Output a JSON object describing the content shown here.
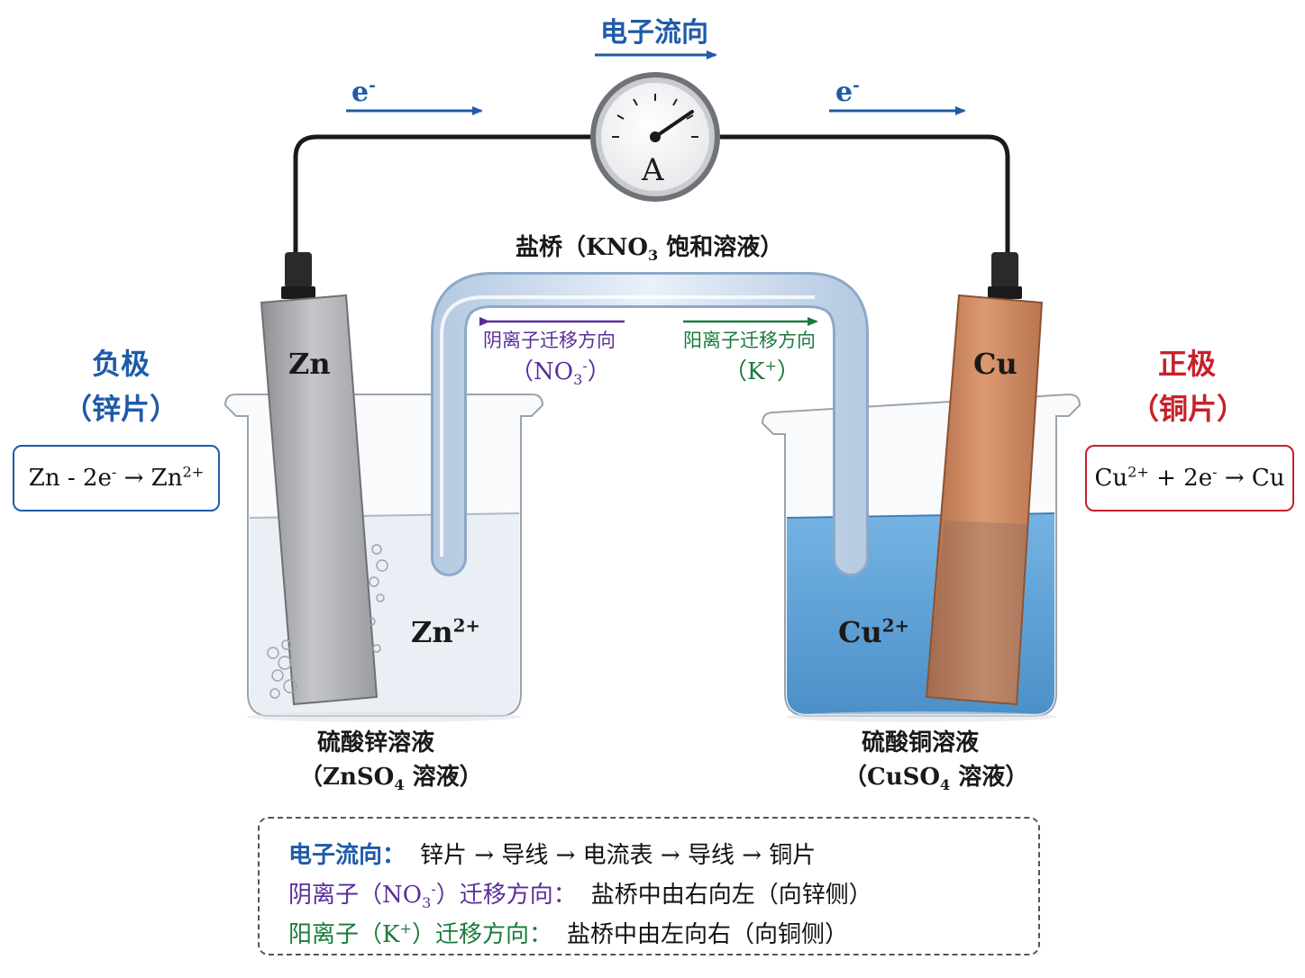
{
  "header": {
    "title": "电子流向"
  },
  "electron": {
    "symbol": "e",
    "charge": "-"
  },
  "meter": {
    "label": "A"
  },
  "salt_bridge": {
    "label_pre": "盐桥（KNO",
    "label_sub": "3",
    "label_post": " 饱和溶液）",
    "anion_title": "阴离子迁移方向",
    "anion_ion_pre": "（NO",
    "anion_ion_sub": "3",
    "anion_ion_sup": "-",
    "anion_ion_post": "）",
    "cation_title": "阳离子迁移方向",
    "cation_ion_pre": "（K",
    "cation_ion_sup": "+",
    "cation_ion_post": "）"
  },
  "left": {
    "pole": "负极",
    "plate": "（锌片）",
    "eq_a": "Zn - 2e",
    "eq_a_sup": "-",
    "arrow": " → ",
    "eq_b": "Zn",
    "eq_b_sup": "2+",
    "electrode": "Zn",
    "ion": "Zn",
    "ion_sup": "2+",
    "solution": "硫酸锌溶液",
    "formula_pre": "（ZnSO",
    "formula_sub": "4",
    "formula_post": " 溶液）"
  },
  "right": {
    "pole": "正极",
    "plate": "（铜片）",
    "eq_a": "Cu",
    "eq_a_sup": "2+",
    "eq_mid": " + 2e",
    "eq_mid_sup": "-",
    "arrow": " → ",
    "eq_b": "Cu",
    "electrode": "Cu",
    "ion": "Cu",
    "ion_sup": "2+",
    "solution": "硫酸铜溶液",
    "formula_pre": "（CuSO",
    "formula_sub": "4",
    "formula_post": " 溶液）"
  },
  "summary": {
    "row1_key": "电子流向：",
    "row1_val": "锌片 → 导线 → 电流表 → 导线 → 铜片",
    "row2_key_pre": "阴离子（NO",
    "row2_key_sub": "3",
    "row2_key_sup": "-",
    "row2_key_post": "）迁移方向：",
    "row2_val": "盐桥中由右向左（向锌侧）",
    "row3_key_pre": "阳离子（K",
    "row3_key_sup": "+",
    "row3_key_post": "）迁移方向：",
    "row3_val": "盐桥中由左向右（向铜侧）"
  },
  "colors": {
    "electron_arrow": "#1e5ba8",
    "anode_accent": "#1e5ba8",
    "cathode_accent": "#c8202a",
    "anion": "#5a2d9a",
    "cation": "#1a7a3c",
    "copper_solution": "#5fa3d8",
    "zinc_plate": "#a9abae",
    "copper_plate": "#c98a63"
  }
}
